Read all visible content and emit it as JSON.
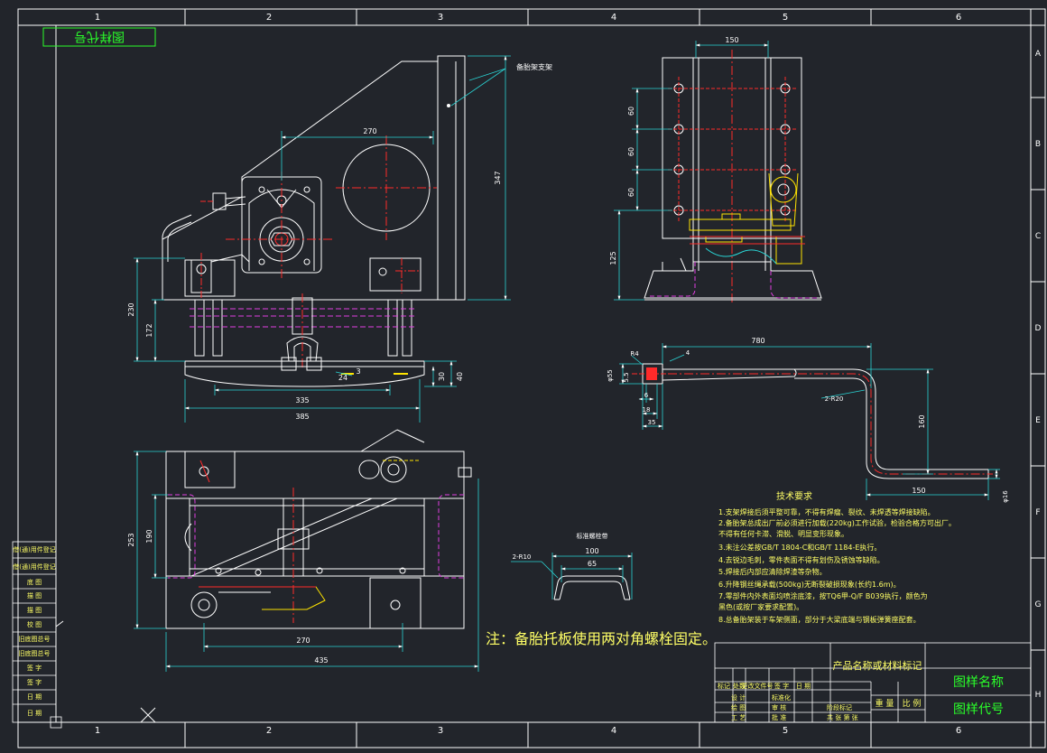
{
  "colors": {
    "background": "#22252b",
    "white": "#ffffff",
    "red": "#ff2a2a",
    "cyan": "#2ad4d4",
    "yellow": "#ffe400",
    "magenta": "#e040e0",
    "green": "#2aff2a"
  },
  "frame": {
    "column_numbers": [
      "1",
      "2",
      "3",
      "4",
      "5",
      "6"
    ],
    "row_letters": [
      "A",
      "B",
      "C",
      "D",
      "E",
      "F",
      "G",
      "H"
    ],
    "stamp_top_left": "图样代号"
  },
  "front_view": {
    "callout": "备胎架支架",
    "dims": {
      "d270": "270",
      "d347": "347",
      "d230": "230",
      "d172": "172",
      "d335": "335",
      "d385": "385",
      "d40": "40",
      "d30": "30",
      "d24": "24",
      "d3": "3"
    }
  },
  "side_view": {
    "dims": {
      "d150": "150",
      "d60a": "60",
      "d60b": "60",
      "d60c": "60",
      "d125": "125"
    }
  },
  "rod_view": {
    "dims": {
      "d780": "780",
      "d4": "4",
      "r4": "R4",
      "d55": "5.5",
      "d45": "φ55",
      "d6": "6",
      "d18": "18",
      "d35": "35",
      "d2r20": "2-R20",
      "d160": "160",
      "d150": "150",
      "d16": "φ16"
    }
  },
  "top_view": {
    "dims": {
      "d253": "253",
      "d190": "190",
      "d270": "270",
      "d435": "435"
    }
  },
  "bracket_detail": {
    "title": "标准螺栓带",
    "d100": "100",
    "d65": "65",
    "r10": "2-R10"
  },
  "tech": {
    "title": "技术要求",
    "lines": [
      "1.支架焊接后须平整可靠，不得有焊瘤、裂纹、未焊透等焊接缺陷。",
      "2.备胎架总成出厂前必须进行加载(220kg)工作试验，检验合格方可出厂。",
      "   不得有任何卡滞、滑脱、明显变形现象。",
      "3.未注公差按GB/T 1804-C和GB/T 1184-E执行。",
      "4.去锐边毛刺，零件表面不得有划伤及锈蚀等缺陷。",
      "5.焊接后内部应清除焊渣等杂物。",
      "6.升降钢丝绳承载(500kg)无断裂破损现象(长约1.6m)。",
      "7.零部件内外表面均喷涂底漆，按TQ6甲-Q/F B039执行，颜色为",
      "   黑色(或按厂家要求配置)。",
      "8.总备胎架装于车架侧面，部分于大梁底端与钢板弹簧座配套。"
    ]
  },
  "note": "注：备胎托板使用两对角螺栓固定。",
  "side_table": {
    "rows": [
      "借(通)用件登记",
      "借(通)用件登记",
      "旧底图总号",
      "底 图",
      "描 图",
      "校 图",
      "旧底图总号",
      "签 字",
      "签 字",
      "日 期",
      "日 期"
    ]
  },
  "title_block": {
    "product_name": "产品名称或材料标记",
    "drawing_name": "图样名称",
    "drawing_code": "图样代号",
    "left_rows": [
      [
        "标记",
        "处数",
        "更改文件号",
        "签 字",
        "日 期"
      ],
      [
        "设 计",
        "",
        "标准化",
        "",
        ""
      ],
      [
        "绘 图",
        "",
        "审 核",
        "",
        "阶段标记"
      ],
      [
        "工 艺",
        "",
        "批 准",
        "",
        "共 张 第 张"
      ]
    ],
    "weight": "重 量",
    "scale": "比 例"
  }
}
